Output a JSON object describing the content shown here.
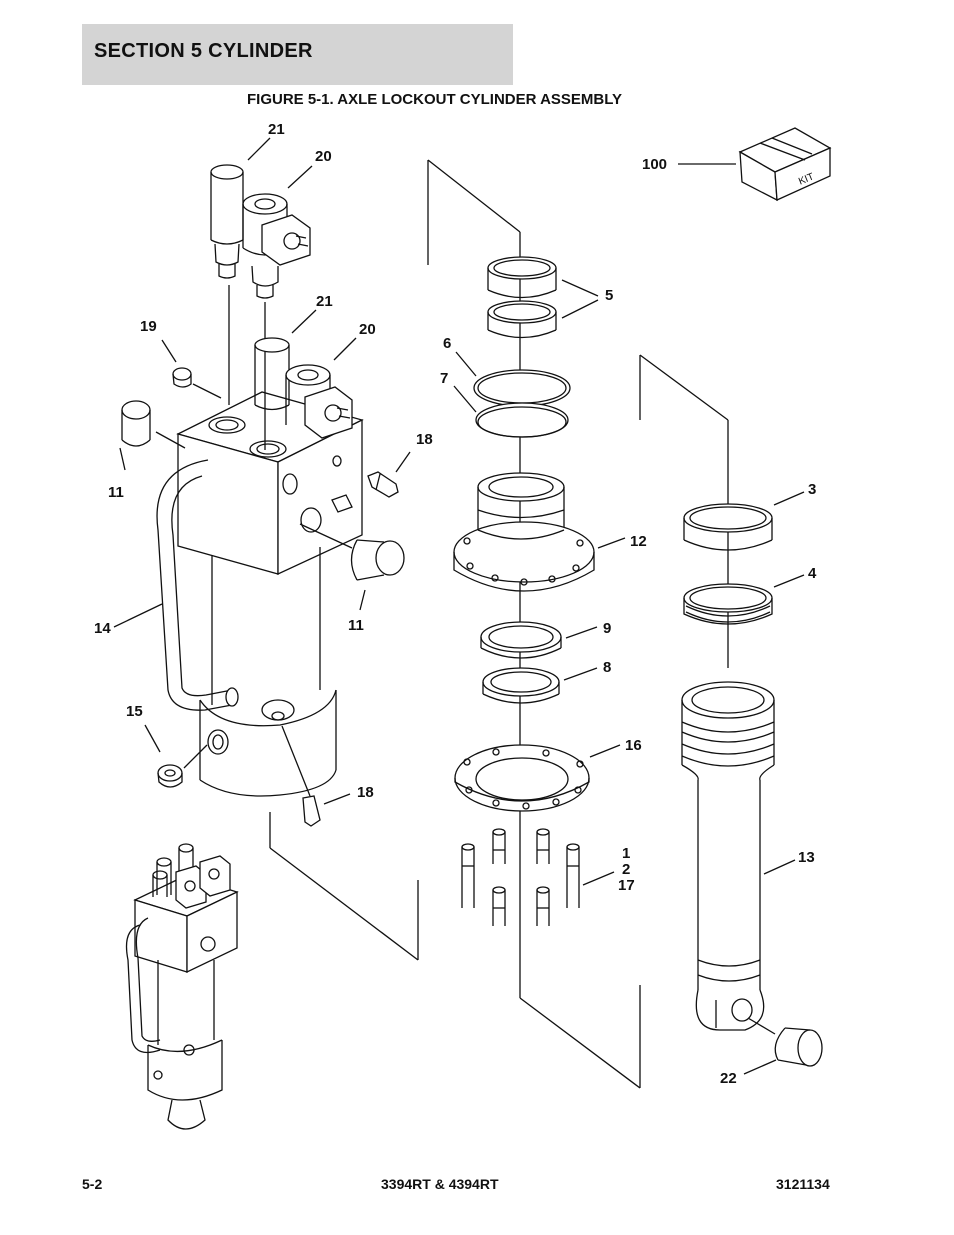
{
  "section": {
    "title": "SECTION 5   CYLINDER"
  },
  "figure": {
    "title": "FIGURE 5-1. AXLE LOCKOUT CYLINDER ASSEMBLY"
  },
  "callouts": {
    "c100": "100",
    "c21a": "21",
    "c20a": "20",
    "c21b": "21",
    "c20b": "20",
    "c19": "19",
    "c11a": "11",
    "c11b": "11",
    "c18a": "18",
    "c18b": "18",
    "c14": "14",
    "c15": "15",
    "c5": "5",
    "c6": "6",
    "c7": "7",
    "c12": "12",
    "c9": "9",
    "c8": "8",
    "c16": "16",
    "c1": "1",
    "c2": "2",
    "c17": "17",
    "c3": "3",
    "c4": "4",
    "c13": "13",
    "c22": "22"
  },
  "kit_label": "KIT",
  "footer": {
    "page": "5-2",
    "model": "3394RT & 4394RT",
    "doc_number": "3121134"
  }
}
